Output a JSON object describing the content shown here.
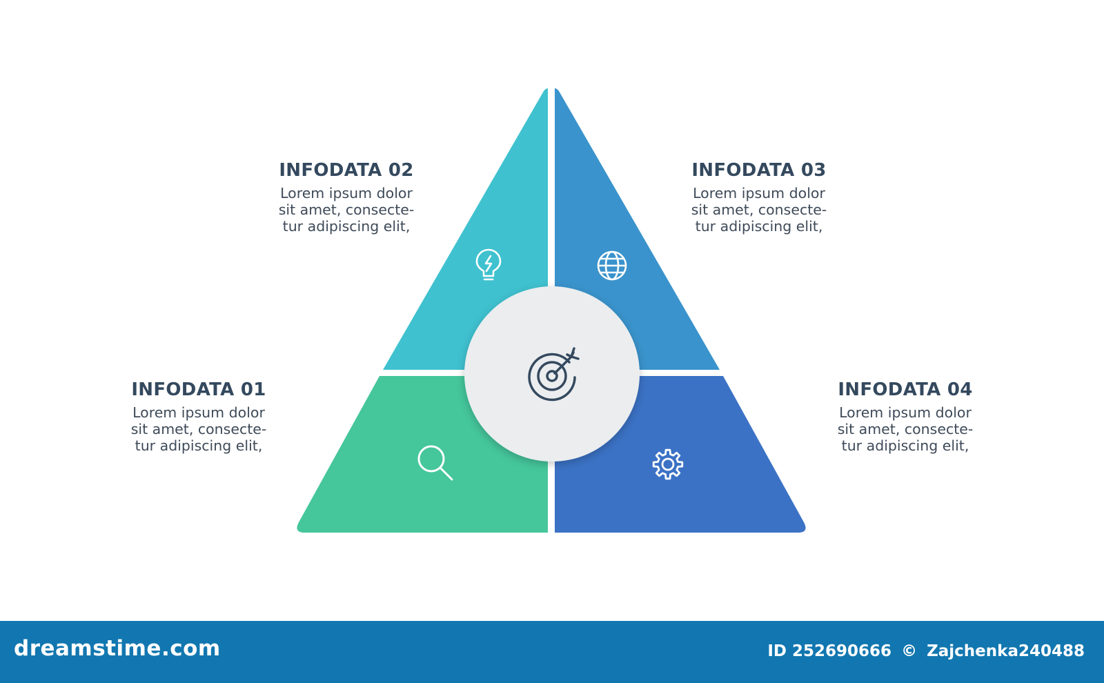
{
  "segments": [
    {
      "id": "01",
      "title": "INFODATA 01",
      "lines": [
        "Lorem ipsum dolor",
        "sit amet, consecte-",
        "tur adipiscing elit,"
      ],
      "color": "#45c69b",
      "icon": "magnifier-icon"
    },
    {
      "id": "02",
      "title": "INFODATA 02",
      "lines": [
        "Lorem ipsum dolor",
        "sit amet, consecte-",
        "tur adipiscing elit,"
      ],
      "color": "#3fc1cf",
      "icon": "lightbulb-icon"
    },
    {
      "id": "03",
      "title": "INFODATA 03",
      "lines": [
        "Lorem ipsum dolor",
        "sit amet, consecte-",
        "tur adipiscing elit,"
      ],
      "color": "#3a93cc",
      "icon": "globe-icon"
    },
    {
      "id": "04",
      "title": "INFODATA 04",
      "lines": [
        "Lorem ipsum dolor",
        "sit amet, consecte-",
        "tur adipiscing elit,"
      ],
      "color": "#3b72c5",
      "icon": "gear-icon"
    }
  ],
  "center": {
    "icon": "target-icon",
    "color": "#ebedef"
  },
  "icon_color": "#ffffff",
  "center_icon_color": "#34495e",
  "footer": {
    "brand": "dreamstime.com",
    "id_label": "ID 252690666",
    "copyright": "©",
    "author": "Zajchenka240488",
    "background": "#1277b0"
  }
}
